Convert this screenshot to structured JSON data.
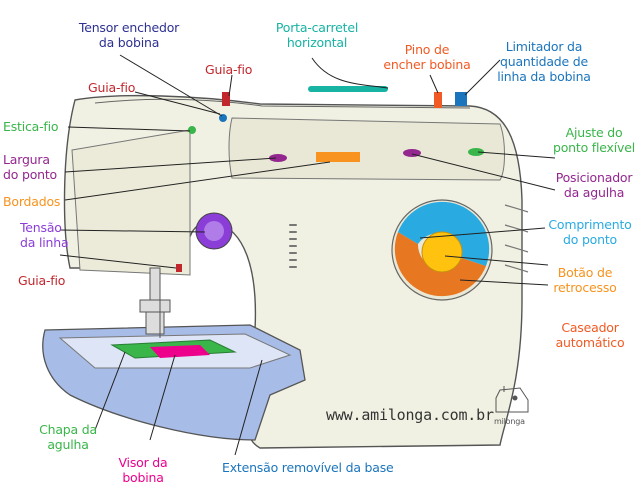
{
  "labels": {
    "tensor_enchedor": {
      "text": "Tensor enchedor\nda bobina",
      "color": "#2e3192"
    },
    "porta_carretel": {
      "text": "Porta-carretel\nhorizontal",
      "color": "#17b3a3"
    },
    "pino_encher": {
      "text": "Pino de\nencher bobina",
      "color": "#f15a24"
    },
    "limitador": {
      "text": "Limitador da\nquantidade de\nlinha da bobina",
      "color": "#1b75bc"
    },
    "guia_fio_top_left": {
      "text": "Guia-fio",
      "color": "#c1272d"
    },
    "guia_fio_top": {
      "text": "Guia-fio",
      "color": "#c1272d"
    },
    "estica_fio": {
      "text": "Estica-fio",
      "color": "#39b54a"
    },
    "largura": {
      "text": "Largura\ndo ponto",
      "color": "#93278f"
    },
    "bordados": {
      "text": "Bordados",
      "color": "#f7931e"
    },
    "tensao": {
      "text": "Tensão\nda linha",
      "color": "#8b3dd8"
    },
    "guia_fio_bottom": {
      "text": "Guia-fio",
      "color": "#c1272d"
    },
    "ajuste": {
      "text": "Ajuste do\nponto flexível",
      "color": "#39b54a"
    },
    "posicionador": {
      "text": "Posicionador\nda agulha",
      "color": "#93278f"
    },
    "comprimento": {
      "text": "Comprimento\ndo ponto",
      "color": "#29abe2"
    },
    "botao_retrocesso": {
      "text": "Botão de\nretrocesso",
      "color": "#f7931e"
    },
    "caseador": {
      "text": "Caseador\nautomático",
      "color": "#f15a24"
    },
    "chapa": {
      "text": "Chapa da\nagulha",
      "color": "#39b54a"
    },
    "visor": {
      "text": "Visor da\nbobina",
      "color": "#ec008c"
    },
    "extensao": {
      "text": "Extensão removível da base",
      "color": "#1b75bc"
    }
  },
  "watermark": "www.amilonga.com.br",
  "logo_text": "milonga",
  "colors": {
    "body": "#f1f1e3",
    "outline": "#555555",
    "base_extension": "#a8bce8",
    "needle_plate": "#39b54a",
    "bobbin_window": "#ec008c",
    "tension_dial": "#8b3dd8",
    "stitch_length_dial": "#29abe2",
    "reverse_button": "#ffc20e",
    "buttonhole_dial": "#e87722",
    "spool_pin": "#17b3a3"
  }
}
